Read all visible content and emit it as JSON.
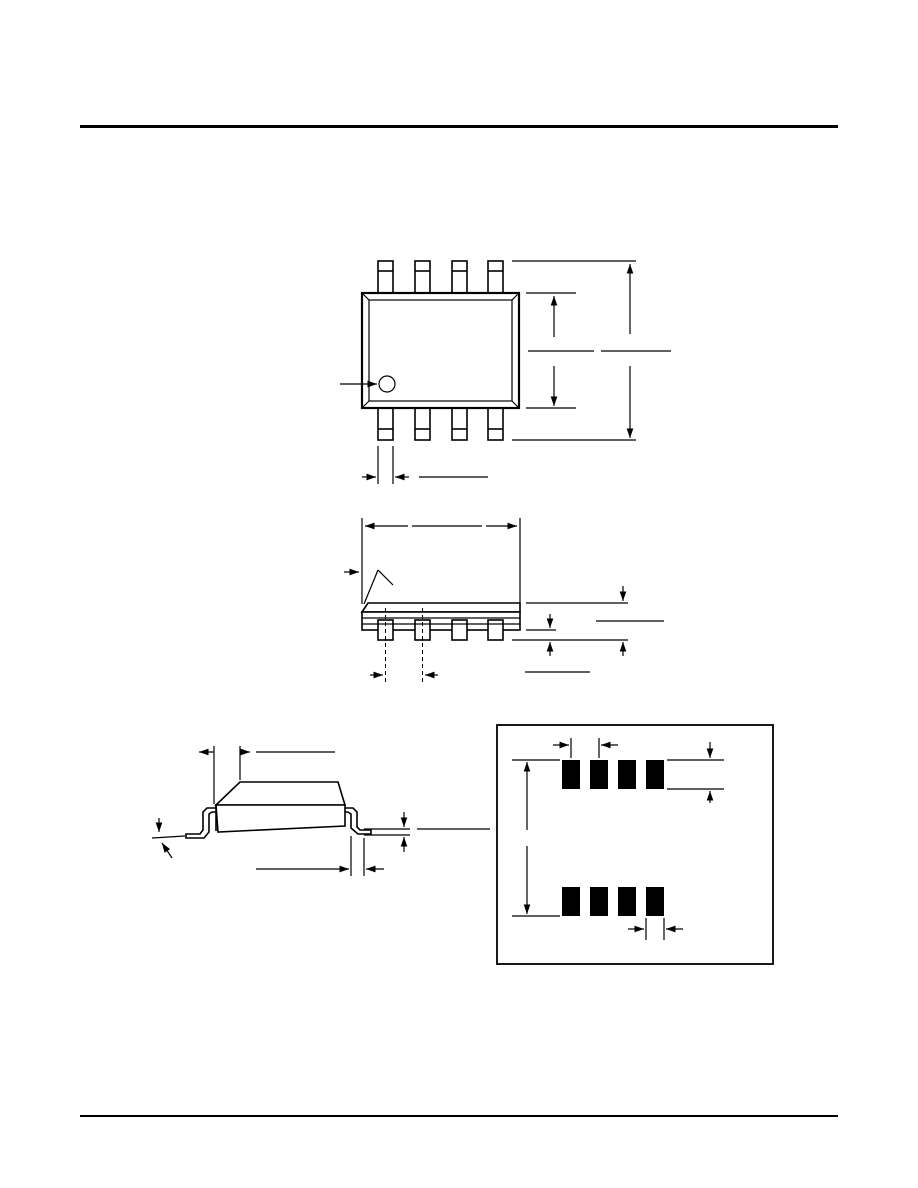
{
  "page": {
    "header_rule": "solid",
    "footer_rule": "solid"
  },
  "diagram": {
    "line_color": "#000000",
    "views": [
      "top-view",
      "front-view",
      "side-view",
      "land-pattern"
    ],
    "pin_count_per_side": 4,
    "pin_one_marker": "circle",
    "text_labels": []
  }
}
